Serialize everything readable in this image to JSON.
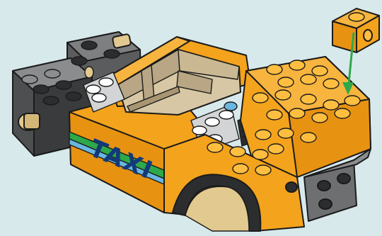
{
  "illustration": {
    "subject": "lego-taxi-build-step",
    "vehicle_label": "TAXI",
    "colors": {
      "background": "#d8e9ec",
      "body_orange": "#f4a31c",
      "body_orange_dark": "#d9820e",
      "stud_top": "#ffbe40",
      "chassis_gray": "#6d6f71",
      "chassis_dark": "#3a3b3d",
      "interior_tan": "#d7c7a4",
      "interior_shade": "#b8a684",
      "taxi_text": "#123a7a",
      "accent_green": "#2ea84a",
      "highlight_blue": "#6ab7e0",
      "bush_tan": "#e2c98f"
    },
    "step_indicator": {
      "arrow_color": "#2ea84a",
      "new_part": "orange-1x1-brick-with-stud"
    }
  }
}
